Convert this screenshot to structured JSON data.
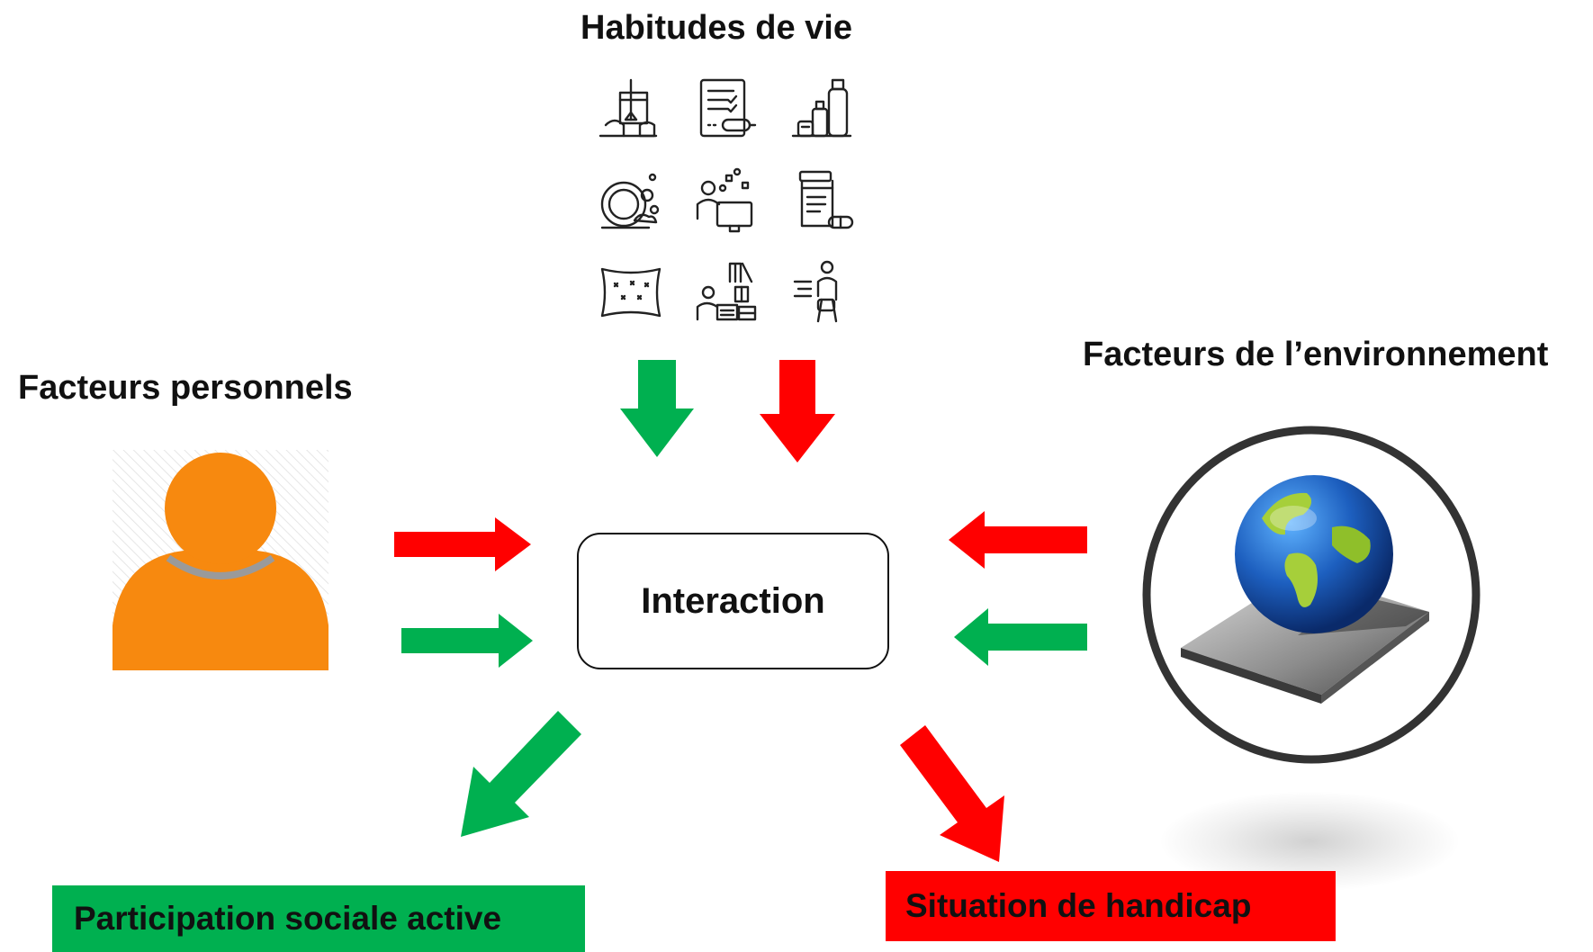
{
  "labels": {
    "habitudes": "Habitudes de vie",
    "personal": "Facteurs personnels",
    "environment": "Facteurs de l’environnement",
    "interaction": "Interaction"
  },
  "outcomes": {
    "positive": "Participation sociale active",
    "negative": "Situation de handicap"
  },
  "life_habit_icons": [
    "cleaning-bucket-icon",
    "checklist-icon",
    "cosmetics-bottles-icon",
    "dishwashing-icon",
    "person-computer-icon",
    "medicine-jar-icon",
    "pillow-icon",
    "reading-library-icon",
    "person-moving-icon"
  ],
  "colors": {
    "positive": "#00b050",
    "negative": "#ff0000",
    "person": "#f7890f",
    "globe_ring": "#333333"
  }
}
